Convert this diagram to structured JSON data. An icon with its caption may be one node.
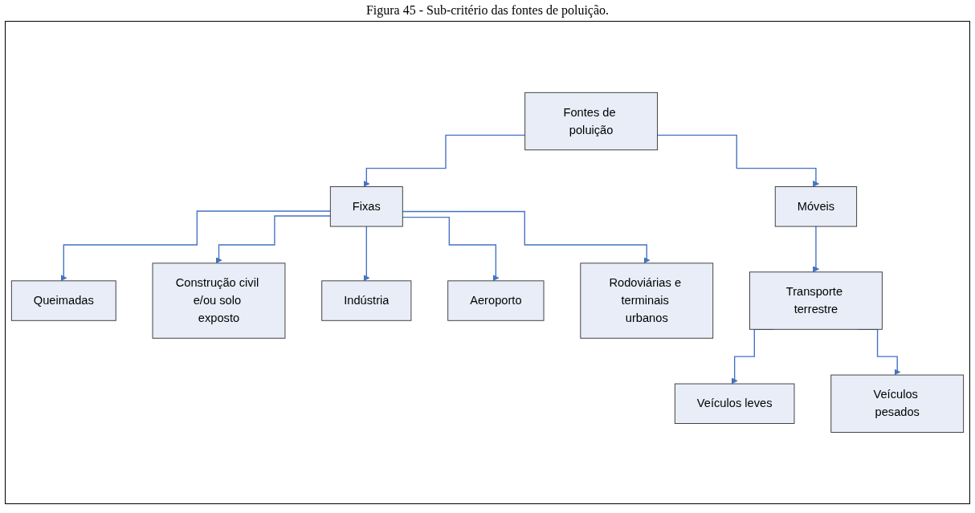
{
  "diagram": {
    "caption": "Figura 45 - Sub-critério das fontes de poluição.",
    "nodes": [
      {
        "text": [
          "Fontes de poluição"
        ]
      },
      {
        "text": [
          "Fixas"
        ]
      },
      {
        "text": [
          "Móveis"
        ]
      },
      {
        "text": [
          "Queimadas"
        ]
      },
      {
        "text": [
          "Construção civil e/ou solo exposto"
        ]
      },
      {
        "text": [
          "Indústria"
        ]
      },
      {
        "text": [
          "Aeroporto"
        ]
      },
      {
        "text": [
          "Rodoviárias e terminais urbanos"
        ]
      },
      {
        "text": [
          "Transporte terrestre"
        ]
      },
      {
        "text": [
          "Veículos leves"
        ]
      },
      {
        "text": [
          "Veículos pesados"
        ]
      }
    ],
    "edges": [
      {
        "from": 0,
        "to": 1,
        "arrow": "to"
      },
      {
        "from": 0,
        "to": 2,
        "arrow": "to"
      },
      {
        "from": 1,
        "to": 3,
        "arrow": "to"
      },
      {
        "from": 1,
        "to": 4,
        "arrow": "to"
      },
      {
        "from": 1,
        "to": 5,
        "arrow": "to"
      },
      {
        "from": 1,
        "to": 6,
        "arrow": "to"
      },
      {
        "from": 1,
        "to": 7,
        "arrow": "to"
      },
      {
        "from": 2,
        "to": 8,
        "arrow": "to"
      },
      {
        "from": 8,
        "to": 9,
        "arrow": "to"
      },
      {
        "from": 8,
        "to": 10,
        "arrow": "to"
      }
    ]
  }
}
